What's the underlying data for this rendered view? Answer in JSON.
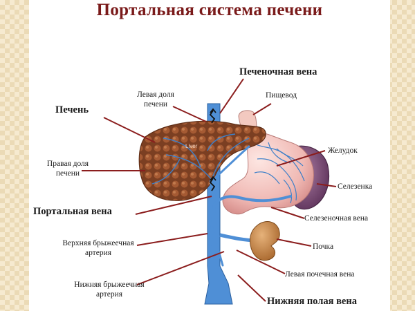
{
  "title": "Портальная система печени",
  "labels": {
    "hepatic_vein": "Печеночная вена",
    "left_lobe_1": "Левая доля",
    "left_lobe_2": "печени",
    "esophagus": "Пищевод",
    "liver": "Печень",
    "stomach": "Желудок",
    "right_lobe_1": "Правая доля",
    "right_lobe_2": "печени",
    "spleen": "Селезенка",
    "portal_vein": "Портальная вена",
    "splenic_vein": "Селезеночная вена",
    "sup_mesenteric_1": "Верхняя брыжеечная",
    "sup_mesenteric_2": "артерия",
    "kidney": "Почка",
    "left_renal_vein": "Левая почечная вена",
    "inf_mesenteric_1": "Нижняя брыжеечная",
    "inf_mesenteric_2": "артерия",
    "ivc": "Нижняя полая вена",
    "liver_inscription": "Liver"
  },
  "colors": {
    "title": "#7a1a1a",
    "pointer": "#8b1d1d",
    "liver": "#8a4a2a",
    "vein": "#3d7fc8",
    "stomach": "#f1c4c4",
    "spleen": "#7d4e78",
    "kidney": "#c68a4a"
  }
}
